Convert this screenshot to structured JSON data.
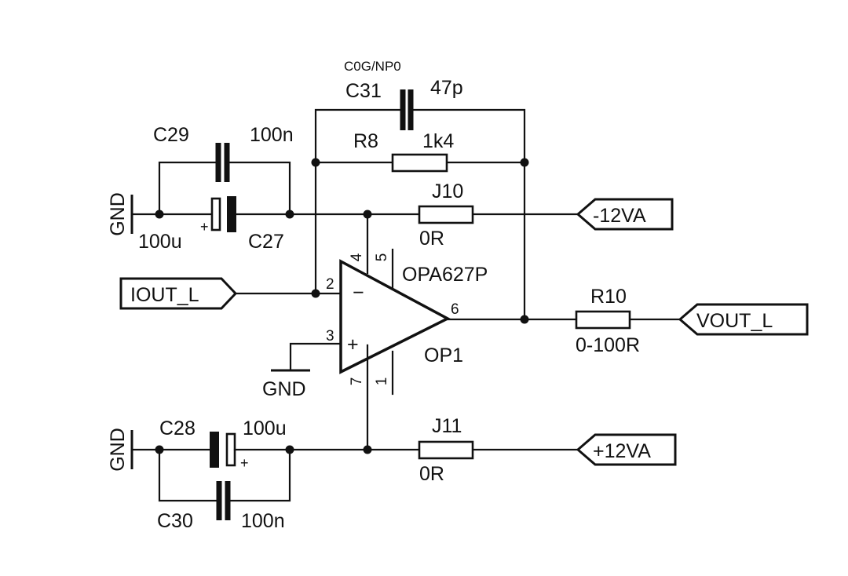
{
  "components": {
    "c31": {
      "name": "C31",
      "value": "47p",
      "dielectric": "C0G/NP0"
    },
    "r8": {
      "name": "R8",
      "value": "1k4"
    },
    "c29": {
      "name": "C29",
      "value": "100n"
    },
    "c27": {
      "name": "C27",
      "value": "100u"
    },
    "j10": {
      "name": "J10",
      "value": "0R"
    },
    "op1": {
      "name": "OP1",
      "part": "OPA627P",
      "pins": {
        "inv": "2",
        "noninv": "3",
        "vneg": "4",
        "pin5": "5",
        "out": "6",
        "vpos": "7",
        "pin1": "1"
      },
      "inv_symbol": "−",
      "noninv_symbol": "+"
    },
    "r10": {
      "name": "R10",
      "value": "0-100R"
    },
    "c28": {
      "name": "C28",
      "value": "100u"
    },
    "c30": {
      "name": "C30",
      "value": "100n"
    },
    "j11": {
      "name": "J11",
      "value": "0R"
    }
  },
  "ports": {
    "iout_l": "IOUT_L",
    "vout_l": "VOUT_L",
    "neg_supply": "-12VA",
    "pos_supply": "+12VA"
  },
  "ground_labels": {
    "top": "GND",
    "mid": "GND",
    "bottom": "GND"
  },
  "polarity_mark": "+"
}
